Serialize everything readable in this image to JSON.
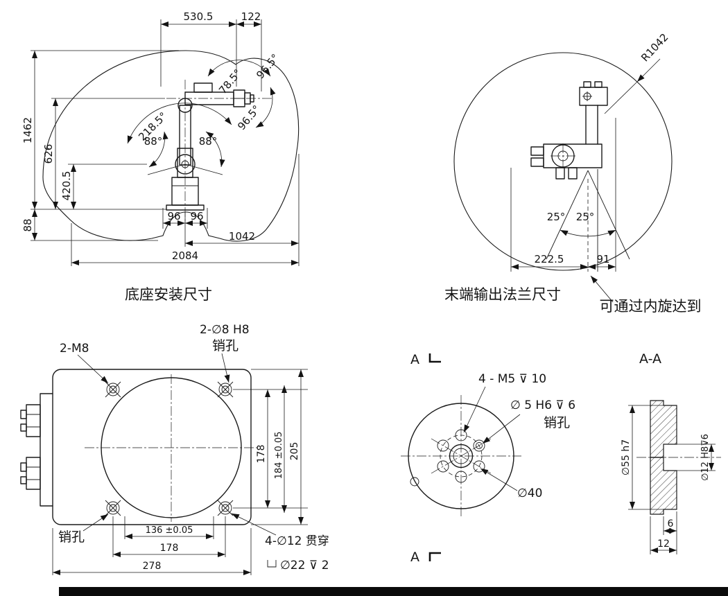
{
  "drawing": {
    "side_view": {
      "caption": "底座安装尺寸",
      "dim_530_5": "530.5",
      "dim_122": "122",
      "dim_1462": "1462",
      "dim_626": "626",
      "dim_420_5": "420.5",
      "dim_88": "88",
      "angle_96_5_top": "96.5°",
      "angle_78_5": "78.5°",
      "angle_218_5": "218.5°",
      "angle_88_left": "88°",
      "angle_88_right": "88°",
      "angle_96_5_bottom": "96.5°",
      "dim_96_left": "96",
      "dim_96_right": "96",
      "dim_1042": "1042",
      "dim_2084": "2084"
    },
    "top_view": {
      "caption": "末端输出法兰尺寸",
      "radius": "R1042",
      "angle_25_left": "25°",
      "angle_25_right": "25°",
      "dim_222_5": "222.5",
      "dim_91": "91",
      "note": "可通过内旋达到"
    },
    "base_plate": {
      "label_2_m8": "2-M8",
      "label_2_d8": "2-∅8 H8",
      "label_pin_top": "销孔",
      "label_pin_bottom": "销孔",
      "dim_178_v": "178",
      "dim_184": "184 ±0.05",
      "dim_205": "205",
      "dim_136": "136 ±0.05",
      "dim_178_h": "178",
      "dim_278": "278",
      "label_4_d12": "4-∅12 贯穿",
      "label_d22": "∅22 ⊽ 2"
    },
    "flange_view": {
      "section_mark_top": "A",
      "section_mark_bottom": "A",
      "label_4_m5": "4 - M5 ⊽ 10",
      "label_d5": "∅ 5  H6 ⊽ 6",
      "label_pin": "销孔",
      "label_d40": "∅40"
    },
    "section_view": {
      "caption": "A-A",
      "dim_d55": "∅55 h7",
      "dim_d12": "∅12 H8⊽6",
      "dim_6": "6",
      "dim_12": "12"
    }
  }
}
